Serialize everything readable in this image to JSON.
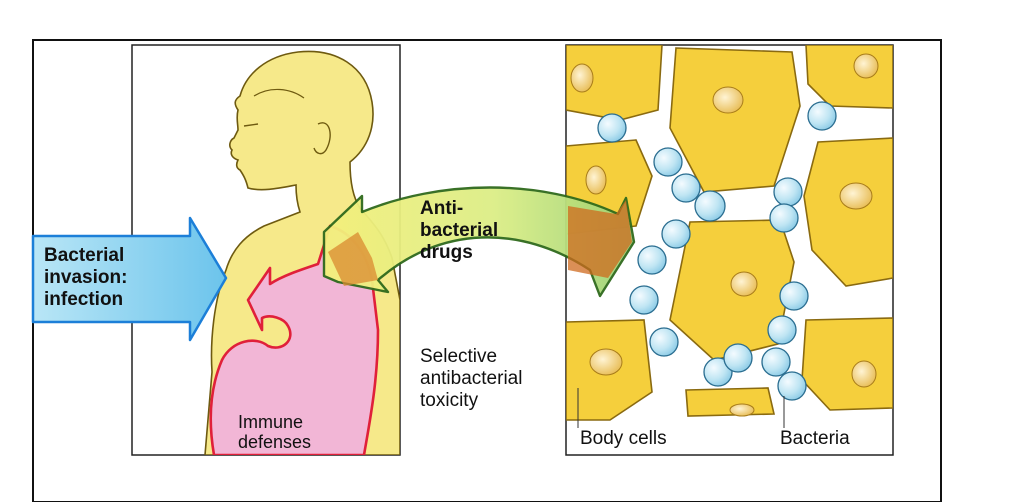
{
  "labels": {
    "bacterial_invasion": [
      "Bacterial",
      "invasion:",
      "infection"
    ],
    "antibacterial_drugs": [
      "Anti-",
      "bacterial",
      "drugs"
    ],
    "selective_toxicity": [
      "Selective",
      "antibacterial",
      "toxicity"
    ],
    "immune_defenses": [
      "Immune",
      "defenses"
    ],
    "body_cells": "Body cells",
    "bacteria": "Bacteria"
  },
  "colors": {
    "skin": "#f6e98a",
    "cell_fill": "#f5cf3c",
    "cell_stroke": "#8a6a10",
    "nucleus": "#f0d890",
    "immune_fill": "#f2b6d6",
    "immune_stroke": "#e0203a",
    "invasion_arrow": "#7fd0ef",
    "invasion_stroke": "#1c7fd8",
    "drug_arrow_start": "#f3f07a",
    "drug_arrow_end": "#9fd87a",
    "drug_arrow_stroke": "#2f6a1c",
    "bacterium": "#bde4f2",
    "bacterium_stroke": "#2a6d90",
    "frame": "#111111"
  }
}
